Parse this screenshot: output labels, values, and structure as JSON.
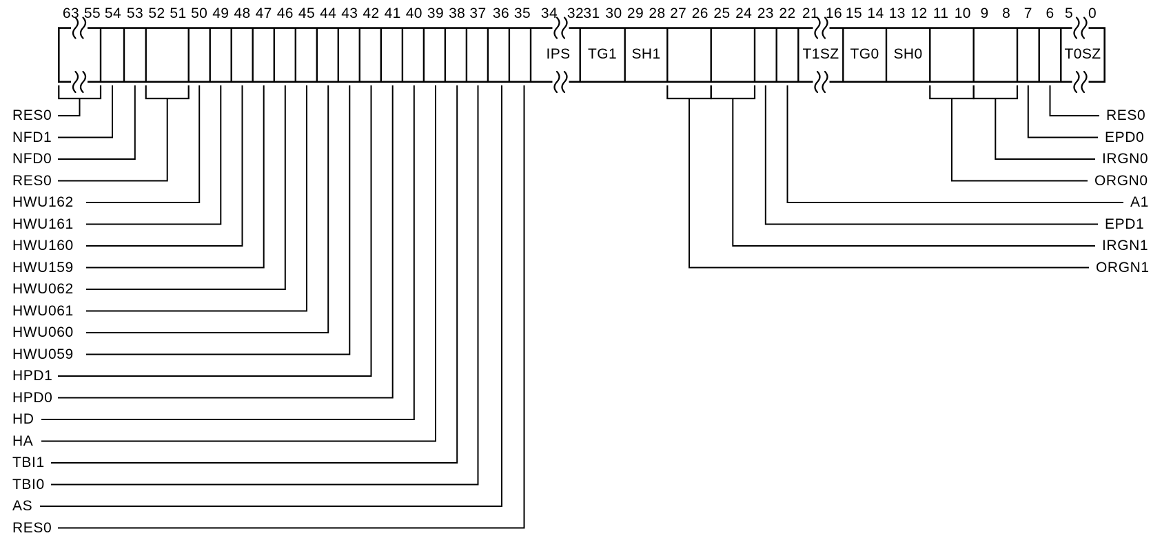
{
  "register": {
    "bit_labels": [
      "63",
      "55",
      "54",
      "53",
      "52",
      "51",
      "50",
      "49",
      "48",
      "47",
      "46",
      "45",
      "44",
      "43",
      "42",
      "41",
      "40",
      "39",
      "38",
      "37",
      "36",
      "35",
      "34",
      "32",
      "31",
      "30",
      "29",
      "28",
      "27",
      "26",
      "25",
      "24",
      "23",
      "22",
      "21",
      "16",
      "15",
      "14",
      "13",
      "12",
      "11",
      "10",
      "9",
      "8",
      "7",
      "6",
      "5",
      "0"
    ],
    "fields": [
      {
        "name": "IPS",
        "bits": "34:32"
      },
      {
        "name": "TG1",
        "bits": "31:30"
      },
      {
        "name": "SH1",
        "bits": "29:28"
      },
      {
        "name": "T1SZ",
        "bits": "21:16"
      },
      {
        "name": "TG0",
        "bits": "15:14"
      },
      {
        "name": "SH0",
        "bits": "13:12"
      },
      {
        "name": "T0SZ",
        "bits": "5:0"
      }
    ],
    "left_callouts": [
      {
        "label": "RES0",
        "bits": "63:55"
      },
      {
        "label": "NFD1",
        "bits": "54"
      },
      {
        "label": "NFD0",
        "bits": "53"
      },
      {
        "label": "RES0",
        "bits": "52:51"
      },
      {
        "label": "HWU162",
        "bits": "50"
      },
      {
        "label": "HWU161",
        "bits": "49"
      },
      {
        "label": "HWU160",
        "bits": "48"
      },
      {
        "label": "HWU159",
        "bits": "47"
      },
      {
        "label": "HWU062",
        "bits": "46"
      },
      {
        "label": "HWU061",
        "bits": "45"
      },
      {
        "label": "HWU060",
        "bits": "44"
      },
      {
        "label": "HWU059",
        "bits": "43"
      },
      {
        "label": "HPD1",
        "bits": "42"
      },
      {
        "label": "HPD0",
        "bits": "41"
      },
      {
        "label": "HD",
        "bits": "40"
      },
      {
        "label": "HA",
        "bits": "39"
      },
      {
        "label": "TBI1",
        "bits": "38"
      },
      {
        "label": "TBI0",
        "bits": "37"
      },
      {
        "label": "AS",
        "bits": "36"
      },
      {
        "label": "RES0",
        "bits": "35"
      }
    ],
    "right_callouts": [
      {
        "label": "RES0",
        "bits": "6"
      },
      {
        "label": "EPD0",
        "bits": "7"
      },
      {
        "label": "IRGN0",
        "bits": "9:8"
      },
      {
        "label": "ORGN0",
        "bits": "11:10"
      },
      {
        "label": "A1",
        "bits": "22"
      },
      {
        "label": "EPD1",
        "bits": "23"
      },
      {
        "label": "IRGN1",
        "bits": "25:24"
      },
      {
        "label": "ORGN1",
        "bits": "27:26"
      }
    ],
    "colors": {
      "line": "#000000",
      "background": "#ffffff",
      "text": "#000000"
    }
  }
}
